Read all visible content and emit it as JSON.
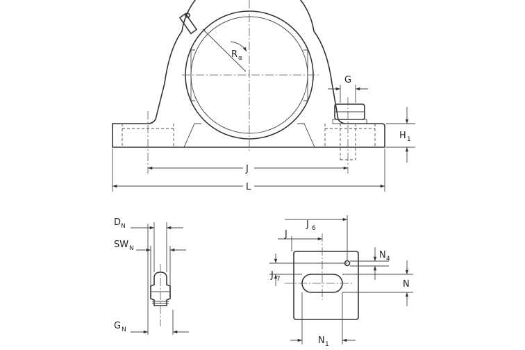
{
  "front_view": {
    "radius_label": "R",
    "radius_sub": "α",
    "g_label": "G",
    "h_label": "H",
    "h_sub": "1",
    "j_label": "J",
    "l_label": "L"
  },
  "nipple_view": {
    "d_label": "D",
    "d_sub": "N",
    "sw_label": "SW",
    "sw_sub": "N",
    "g_label": "G",
    "g_sub": "N"
  },
  "base_view": {
    "j6_label": "J",
    "j6_sub": "6",
    "j_label": "J",
    "j7_label": "J",
    "j7_sub": "7",
    "n4_label": "N",
    "n4_sub": "4",
    "n_label": "N",
    "n1_label": "N",
    "n1_sub": "1"
  }
}
